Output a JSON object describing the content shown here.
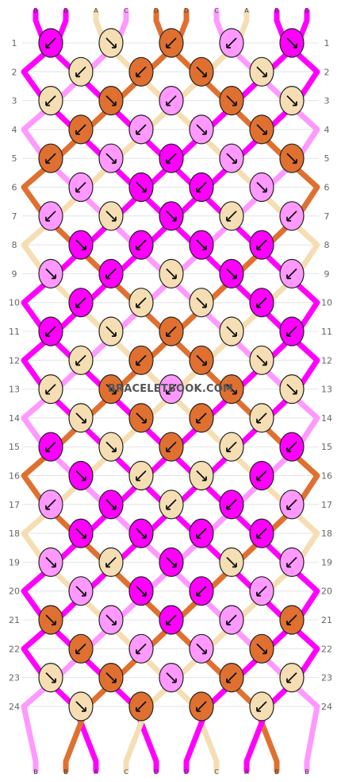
{
  "watermark": "BRACELETBOOK.COM",
  "strings": {
    "top_labels": [
      "B",
      "B",
      "A",
      "C",
      "D",
      "D",
      "C",
      "A",
      "B",
      "B"
    ],
    "bottom_labels": [
      "B",
      "B",
      "A",
      "C",
      "D",
      "D",
      "C",
      "A",
      "B",
      "B"
    ]
  },
  "colors": {
    "A": "#f5deb3",
    "B": "#ff00ff",
    "C": "#ff99ff",
    "D": "#e07030"
  },
  "row_labels": [
    "1",
    "2",
    "3",
    "4",
    "5",
    "6",
    "7",
    "8",
    "9",
    "10",
    "11",
    "12",
    "13",
    "14",
    "15",
    "16",
    "17",
    "18",
    "19",
    "20",
    "21",
    "22",
    "23",
    "24"
  ],
  "knots": [
    [
      [
        "B",
        "ul"
      ],
      [
        "A",
        "dr"
      ],
      [
        "D",
        "ul"
      ],
      [
        "C",
        "ul"
      ],
      [
        "B",
        "dr"
      ]
    ],
    [
      [
        "A",
        "ul"
      ],
      [
        "D",
        "ul"
      ],
      [
        "D",
        "dr"
      ],
      [
        "A",
        "dr"
      ]
    ],
    [
      [
        "A",
        "ul"
      ],
      [
        "D",
        "dr"
      ],
      [
        "C",
        "ul"
      ],
      [
        "D",
        "dr"
      ],
      [
        "A",
        "dr"
      ]
    ],
    [
      [
        "D",
        "ul"
      ],
      [
        "C",
        "ul"
      ],
      [
        "C",
        "dr"
      ],
      [
        "D",
        "dr"
      ]
    ],
    [
      [
        "D",
        "ul"
      ],
      [
        "C",
        "dr"
      ],
      [
        "B",
        "ul"
      ],
      [
        "C",
        "dr"
      ],
      [
        "D",
        "dr"
      ]
    ],
    [
      [
        "C",
        "ul"
      ],
      [
        "B",
        "dr"
      ],
      [
        "B",
        "ul"
      ],
      [
        "C",
        "dr"
      ]
    ],
    [
      [
        "C",
        "ul"
      ],
      [
        "A",
        "dr"
      ],
      [
        "B",
        "dr"
      ],
      [
        "A",
        "ul"
      ],
      [
        "C",
        "ul"
      ]
    ],
    [
      [
        "B",
        "dr"
      ],
      [
        "B",
        "ul"
      ],
      [
        "B",
        "dr"
      ],
      [
        "B",
        "ul"
      ]
    ],
    [
      [
        "C",
        "dr"
      ],
      [
        "B",
        "ul"
      ],
      [
        "A",
        "dr"
      ],
      [
        "B",
        "dr"
      ],
      [
        "C",
        "ul"
      ]
    ],
    [
      [
        "B",
        "ul"
      ],
      [
        "A",
        "ul"
      ],
      [
        "A",
        "dr"
      ],
      [
        "B",
        "ul"
      ]
    ],
    [
      [
        "B",
        "ul"
      ],
      [
        "A",
        "dr"
      ],
      [
        "D",
        "ul"
      ],
      [
        "A",
        "dr"
      ],
      [
        "B",
        "ul"
      ]
    ],
    [
      [
        "A",
        "ul"
      ],
      [
        "D",
        "ul"
      ],
      [
        "D",
        "dr"
      ],
      [
        "A",
        "dr"
      ]
    ],
    [
      [
        "A",
        "ul"
      ],
      [
        "D",
        "dr"
      ],
      [
        "C",
        "ul"
      ],
      [
        "D",
        "dr"
      ],
      [
        "A",
        "dr"
      ]
    ],
    [
      [
        "A",
        "dr"
      ],
      [
        "D",
        "dr"
      ],
      [
        "D",
        "ul"
      ],
      [
        "A",
        "ul"
      ]
    ],
    [
      [
        "B",
        "ul"
      ],
      [
        "A",
        "dr"
      ],
      [
        "D",
        "ul"
      ],
      [
        "A",
        "ul"
      ],
      [
        "B",
        "ul"
      ]
    ],
    [
      [
        "B",
        "dr"
      ],
      [
        "A",
        "ul"
      ],
      [
        "A",
        "dr"
      ],
      [
        "B",
        "ul"
      ]
    ],
    [
      [
        "C",
        "ul"
      ],
      [
        "B",
        "dr"
      ],
      [
        "A",
        "ul"
      ],
      [
        "B",
        "ul"
      ],
      [
        "C",
        "ul"
      ]
    ],
    [
      [
        "B",
        "dr"
      ],
      [
        "B",
        "dr"
      ],
      [
        "B",
        "ul"
      ],
      [
        "B",
        "ul"
      ]
    ],
    [
      [
        "C",
        "dr"
      ],
      [
        "A",
        "ul"
      ],
      [
        "B",
        "dr"
      ],
      [
        "A",
        "dr"
      ],
      [
        "C",
        "ul"
      ]
    ],
    [
      [
        "C",
        "dr"
      ],
      [
        "B",
        "dr"
      ],
      [
        "B",
        "ul"
      ],
      [
        "C",
        "ul"
      ]
    ],
    [
      [
        "D",
        "dr"
      ],
      [
        "C",
        "dr"
      ],
      [
        "B",
        "ul"
      ],
      [
        "C",
        "ul"
      ],
      [
        "D",
        "ul"
      ]
    ],
    [
      [
        "D",
        "ul"
      ],
      [
        "C",
        "ul"
      ],
      [
        "C",
        "dr"
      ],
      [
        "D",
        "dr"
      ]
    ],
    [
      [
        "A",
        "dr"
      ],
      [
        "D",
        "dr"
      ],
      [
        "C",
        "dr"
      ],
      [
        "D",
        "ul"
      ],
      [
        "A",
        "ul"
      ]
    ],
    [
      [
        "A",
        "dr"
      ],
      [
        "D",
        "ul"
      ],
      [
        "D",
        "ul"
      ],
      [
        "A",
        "ul"
      ]
    ]
  ]
}
